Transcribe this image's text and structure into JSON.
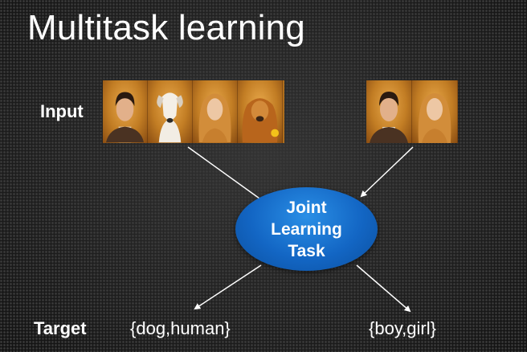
{
  "slide": {
    "title": "Multitask learning"
  },
  "rows": {
    "input_label": "Input",
    "target_label": "Target"
  },
  "joint_node": {
    "lines": [
      "Joint",
      "Learning",
      "Task"
    ],
    "color": "#1366c4"
  },
  "targets": {
    "left": "{dog,human}",
    "right": "{boy,girl}"
  },
  "input_images": {
    "left_strip": [
      "man-portrait",
      "dog-portrait",
      "woman-portrait",
      "dog-portrait"
    ],
    "right_strip": [
      "man-portrait",
      "woman-portrait"
    ]
  }
}
